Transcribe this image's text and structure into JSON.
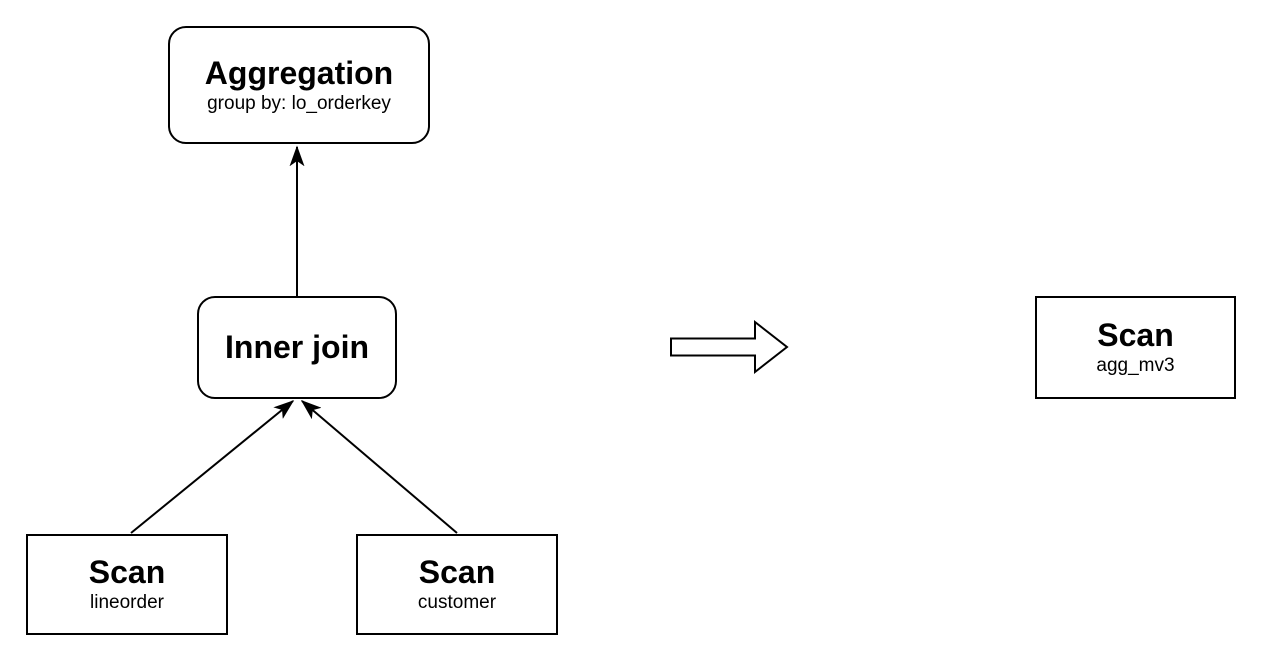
{
  "diagram": {
    "description": "Query plan rewrite diagram",
    "colors": {
      "stroke": "#000000",
      "node_fill": "#ffffff",
      "background": "#ffffff"
    },
    "nodes": {
      "aggregation": {
        "title": "Aggregation",
        "subtitle": "group by: lo_orderkey",
        "shape": "rounded-rectangle"
      },
      "inner_join": {
        "title": "Inner join",
        "shape": "rounded-rectangle"
      },
      "scan_lineorder": {
        "title": "Scan",
        "subtitle": "lineorder",
        "shape": "rectangle"
      },
      "scan_customer": {
        "title": "Scan",
        "subtitle": "customer",
        "shape": "rectangle"
      },
      "scan_agg_mv3": {
        "title": "Scan",
        "subtitle": "agg_mv3",
        "shape": "rectangle"
      }
    },
    "edges": [
      {
        "from": "inner_join",
        "to": "aggregation"
      },
      {
        "from": "scan_lineorder",
        "to": "inner_join"
      },
      {
        "from": "scan_customer",
        "to": "inner_join"
      }
    ],
    "transform_arrow": {
      "icon": "right-block-arrow",
      "direction": "right"
    }
  }
}
